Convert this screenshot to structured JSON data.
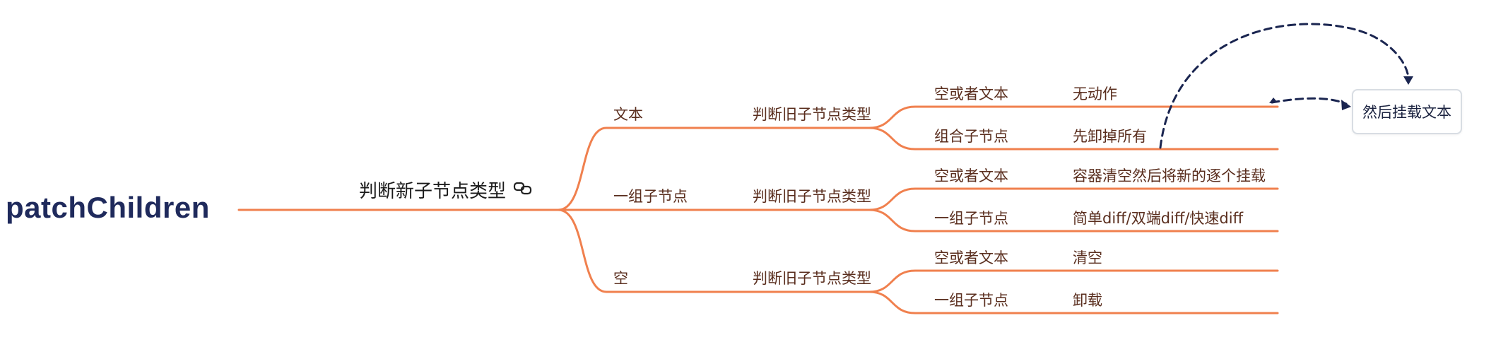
{
  "root": {
    "title": "patchChildren"
  },
  "level1": {
    "label": "判断新子节点类型",
    "icon": "link-icon"
  },
  "branches": [
    {
      "label": "文本",
      "judge": "判断旧子节点类型",
      "cases": [
        {
          "old": "空或者文本",
          "action": "无动作"
        },
        {
          "old": "组合子节点",
          "action": "先卸掉所有"
        }
      ]
    },
    {
      "label": "一组子节点",
      "judge": "判断旧子节点类型",
      "cases": [
        {
          "old": "空或者文本",
          "action": "容器清空然后将新的逐个挂载"
        },
        {
          "old": "一组子节点",
          "action": "简单diff/双端diff/快速diff"
        }
      ]
    },
    {
      "label": "空",
      "judge": "判断旧子节点类型",
      "cases": [
        {
          "old": "空或者文本",
          "action": "清空"
        },
        {
          "old": "一组子节点",
          "action": "卸载"
        }
      ]
    }
  ],
  "callout": {
    "label": "然后挂载文本"
  },
  "colors": {
    "branch": "#f0804e",
    "root_text": "#1f2a5c",
    "node_text": "#5a2e1e",
    "arrow": "#1a2550",
    "callout_border": "#d8dde3"
  }
}
